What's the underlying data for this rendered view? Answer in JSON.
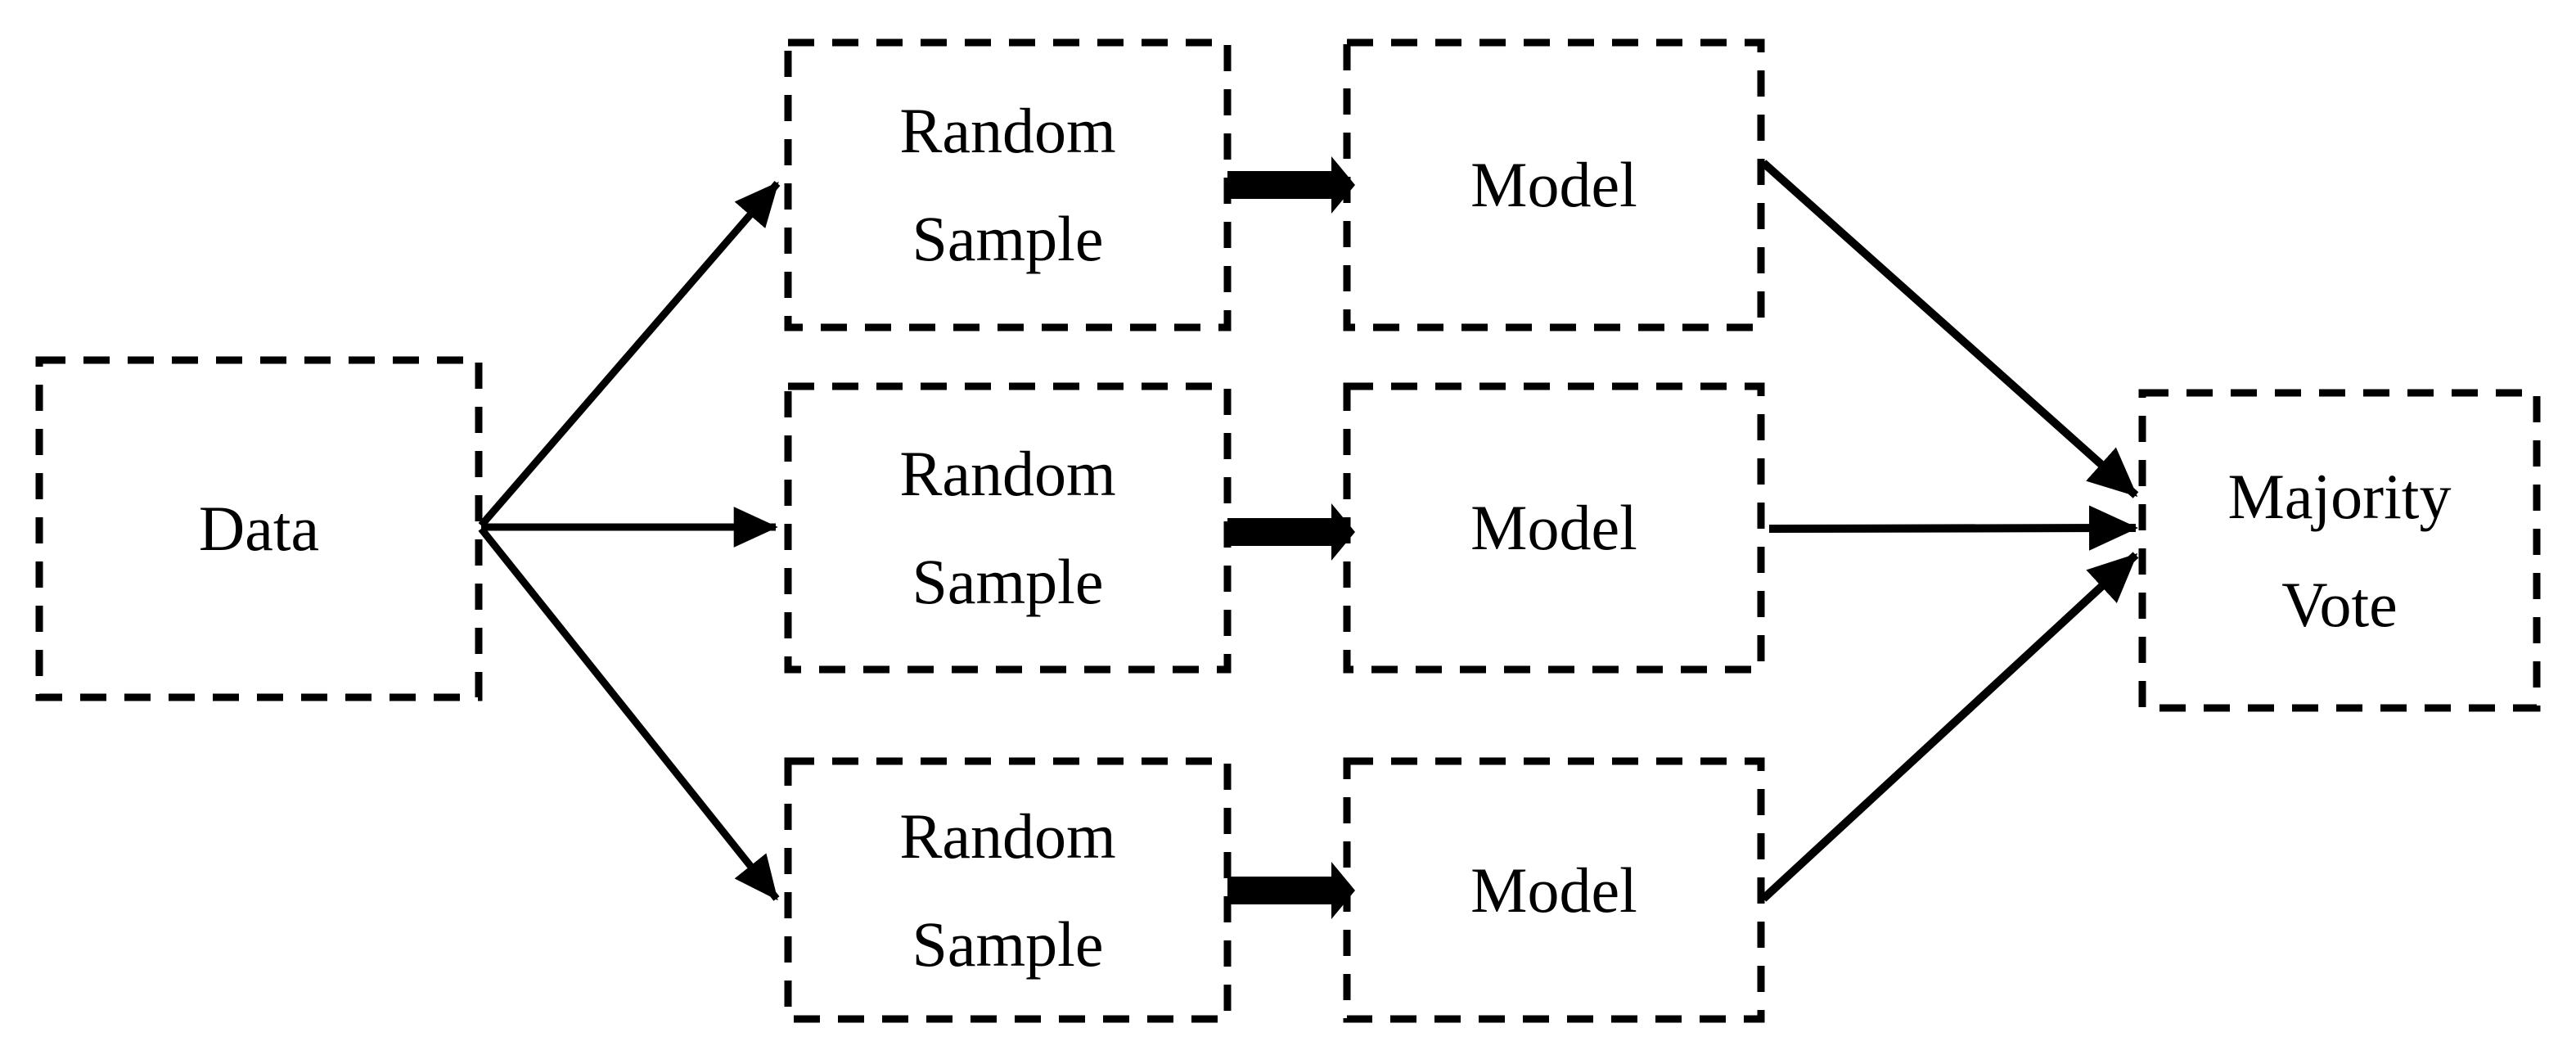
{
  "colors": {
    "ink": "#000000",
    "background": "#ffffff"
  },
  "diagram": {
    "type": "flow-diagram",
    "topic": "bagging-ensemble",
    "nodes": {
      "data": {
        "label": "Data"
      },
      "random_samples": [
        {
          "label": "Random\nSample"
        },
        {
          "label": "Random\nSample"
        },
        {
          "label": "Random\nSample"
        }
      ],
      "models": [
        {
          "label": "Model"
        },
        {
          "label": "Model"
        },
        {
          "label": "Model"
        }
      ],
      "majority_vote": {
        "label": "Majority\nVote"
      }
    },
    "edges": [
      "data -> random_sample_1",
      "data -> random_sample_2",
      "data -> random_sample_3",
      "random_sample_1 -> model_1",
      "random_sample_2 -> model_2",
      "random_sample_3 -> model_3",
      "model_1 -> majority_vote",
      "model_2 -> majority_vote",
      "model_3 -> majority_vote"
    ]
  }
}
